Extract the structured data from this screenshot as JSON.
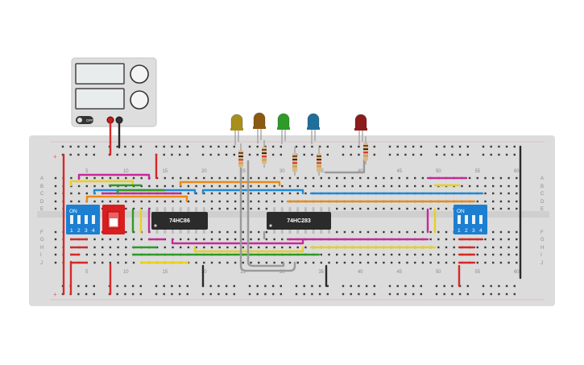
{
  "colors": {
    "board": "#dcdcdc",
    "rail_red": "#e02424",
    "rail_dark": "#2a2a2a",
    "dip_switch": "#1c7fd1",
    "slide_switch": "#d81e1e",
    "chip": "#2b2b2b"
  },
  "power_supply": {
    "button_label": "OFF"
  },
  "breadboard": {
    "top_numbers": [
      "5",
      "10",
      "15",
      "20",
      "25",
      "30",
      "35",
      "40",
      "45",
      "50",
      "55",
      "60"
    ],
    "bottom_numbers": [
      "5",
      "10",
      "15",
      "20",
      "25",
      "30",
      "35",
      "40",
      "45",
      "50",
      "55",
      "60"
    ],
    "row_letters_top": [
      "A",
      "B",
      "C",
      "D",
      "E"
    ],
    "row_letters_bottom": [
      "F",
      "G",
      "H",
      "I",
      "J"
    ],
    "rail_plus": "+"
  },
  "chips": [
    {
      "label": "74HC86"
    },
    {
      "label": "74HC283"
    }
  ],
  "dip_switches": [
    {
      "on_label": "ON",
      "numbers": [
        "1",
        "2",
        "3",
        "4"
      ]
    },
    {
      "on_label": "ON",
      "numbers": [
        "1",
        "2",
        "3",
        "4"
      ]
    }
  ],
  "leds": [
    {
      "color": "#a88f1c"
    },
    {
      "color": "#8a5a10"
    },
    {
      "color": "#2e9a28"
    },
    {
      "color": "#1f6f9a"
    },
    {
      "color": "#8c1c1c"
    }
  ]
}
